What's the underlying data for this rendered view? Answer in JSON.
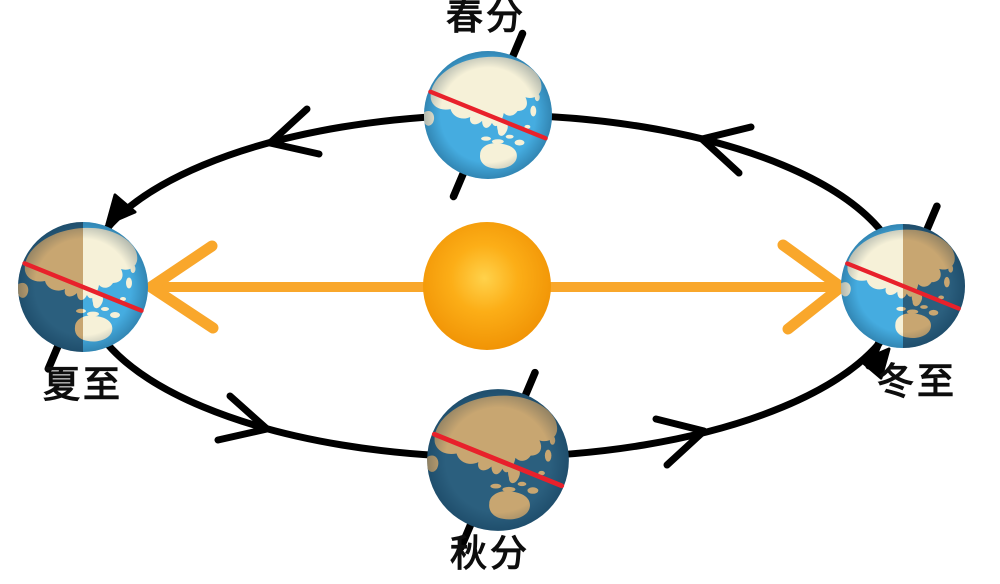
{
  "page": {
    "background_color": "#FFFFFF"
  },
  "diagram": {
    "subject": "earth-seasons-around-sun",
    "labels": {
      "spring_equinox": "春分",
      "summer_solstice": "夏至",
      "winter_solstice": "冬至",
      "autumn_equinox": "秋分"
    },
    "earths": [
      {
        "position": "top",
        "label": "春分",
        "lighting": "fully-lit",
        "axis_tilt": "top-leaning-right",
        "equator_marked": true
      },
      {
        "position": "left",
        "label": "夏至",
        "lighting": "lit-on-right-half",
        "axis_tilt": "top-leaning-right",
        "equator_marked": true
      },
      {
        "position": "right",
        "label": "冬至",
        "lighting": "lit-on-left-half",
        "axis_tilt": "top-leaning-right",
        "equator_marked": true
      },
      {
        "position": "bottom",
        "label": "秋分",
        "lighting": "night-side-facing-viewer",
        "axis_tilt": "top-leaning-right",
        "equator_marked": true
      }
    ],
    "sun": {
      "icon": "sun-disc",
      "position": "center"
    },
    "orbit": {
      "shape": "ellipse",
      "direction": "counterclockwise",
      "direction_arrows": 4,
      "terminal_arrowheads": 2
    },
    "sunlight_arrows": {
      "count": 2,
      "description": "horizontal rays from sun pointing left and right toward solstice earths"
    }
  },
  "colors": {
    "background": "#FFFFFF",
    "orbit": "#000000",
    "axis": "#000000",
    "label_text": "#0D0D0D",
    "equator_line": "#E8212B",
    "sun_core": "#FFD24B",
    "sun_mid": "#FCAE17",
    "sun_edge": "#F09204",
    "sunlight_arrow": "#F9A72B",
    "ocean_day": "#45ACE0",
    "land_day": "#F6F1D8",
    "ocean_night": "#2B5F7E",
    "land_night": "#C8A671"
  }
}
